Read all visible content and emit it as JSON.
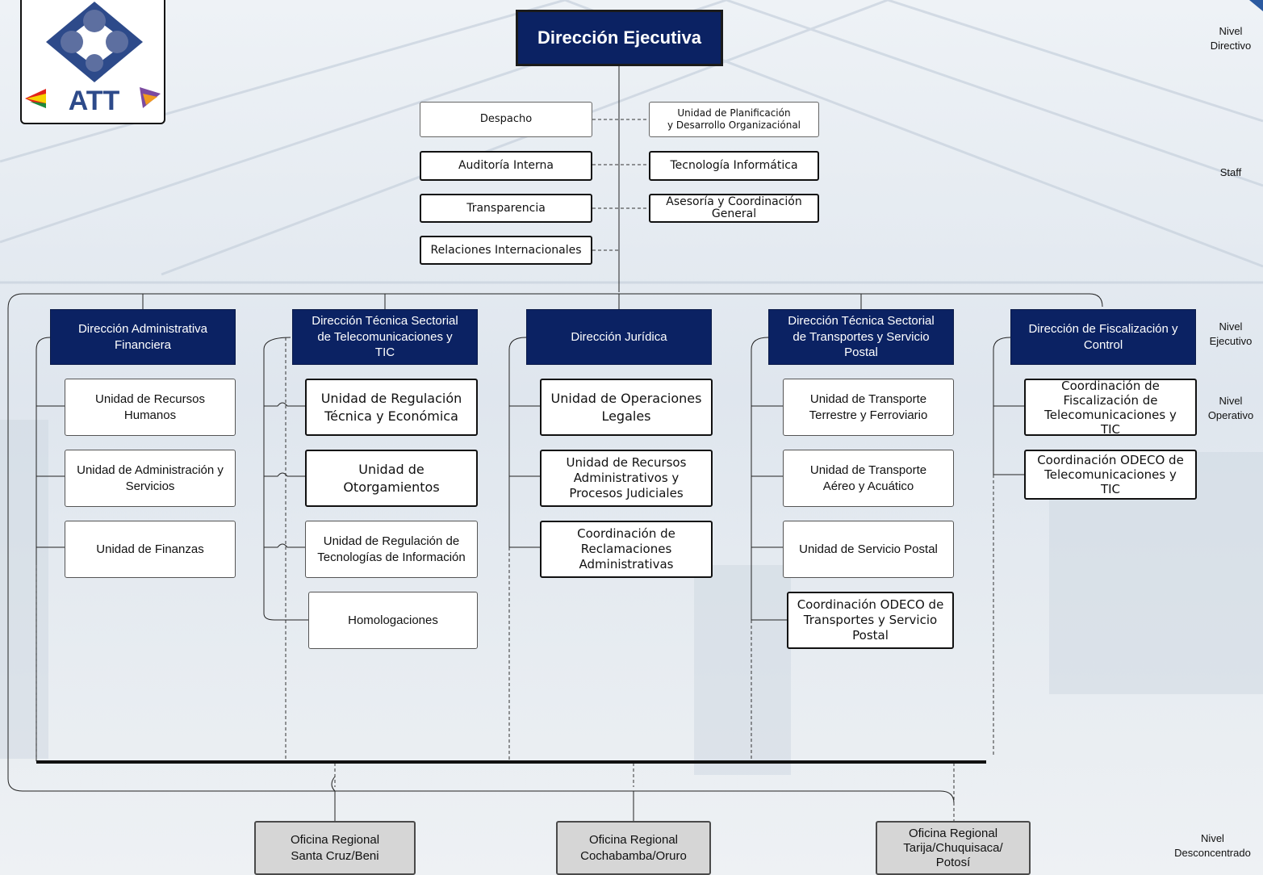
{
  "logo": {
    "text": "ATT",
    "colors": {
      "diamond": "#2d4a8a",
      "inner": "#5d6fa0"
    }
  },
  "executive": {
    "title": "Dirección Ejecutiva"
  },
  "staff_left": [
    "Despacho",
    "Auditoría Interna",
    "Transparencia",
    "Relaciones Internacionales"
  ],
  "staff_right": [
    "Unidad de Planificación\ny Desarrollo Organizaciónal",
    "Tecnología Informática",
    "Asesoría y Coordinación\nGeneral"
  ],
  "directions": [
    {
      "title": "Dirección Administrativa\nFinanciera",
      "units": [
        "Unidad de Recursos\nHumanos",
        "Unidad de Administración y\nServicios",
        "Unidad de Finanzas"
      ]
    },
    {
      "title": "Dirección Técnica Sectorial\nde Telecomunicaciones y\nTIC",
      "units": [
        "Unidad de Regulación\nTécnica y Económica",
        "Unidad de\nOtorgamientos",
        "Unidad de Regulación de\nTecnologías de Información",
        "Homologaciones"
      ]
    },
    {
      "title": "Dirección Jurídica",
      "units": [
        "Unidad de Operaciones\nLegales",
        "Unidad de Recursos\nAdministrativos y\nProcesos Judiciales",
        "Coordinación de\nReclamaciones\nAdministrativas"
      ]
    },
    {
      "title": "Dirección Técnica Sectorial\nde Transportes y Servicio\nPostal",
      "units": [
        "Unidad de Transporte\nTerrestre y Ferroviario",
        "Unidad de Transporte\nAéreo y Acuático",
        "Unidad de Servicio Postal",
        "Coordinación ODECO de\nTransportes y Servicio\nPostal"
      ]
    },
    {
      "title": "Dirección de Fiscalización y\nControl",
      "units": [
        "Coordinación de\nFiscalización de\nTelecomunicaciones y\nTIC",
        "Coordinación ODECO de\nTelecomunicaciones y\nTIC"
      ]
    }
  ],
  "regional_offices": [
    "Oficina Regional\nSanta Cruz/Beni",
    "Oficina Regional\nCochabamba/Oruro",
    "Oficina Regional\nTarija/Chuquisaca/\nPotosí"
  ],
  "levels": [
    "Nivel\nDirectivo",
    "Staff",
    "Nivel\nEjecutivo",
    "Nivel\nOperativo",
    "Nivel\nDesconcentrado"
  ]
}
